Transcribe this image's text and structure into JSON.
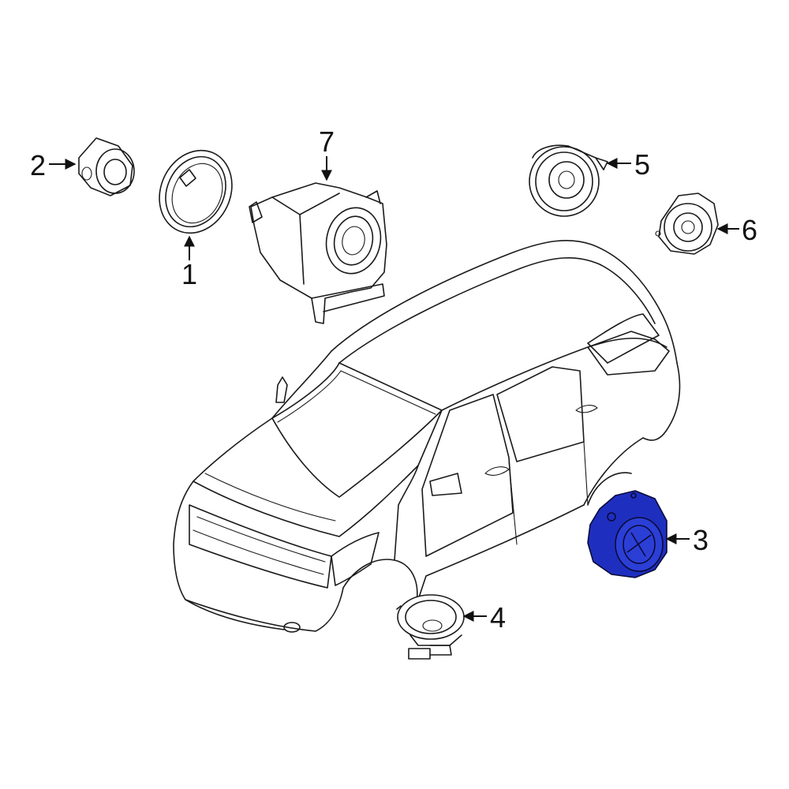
{
  "diagram": {
    "highlight_color": "#1e2fbf",
    "line_color": "#1a1a1a",
    "callouts": [
      {
        "id": "1",
        "label": "1"
      },
      {
        "id": "2",
        "label": "2"
      },
      {
        "id": "3",
        "label": "3"
      },
      {
        "id": "4",
        "label": "4"
      },
      {
        "id": "5",
        "label": "5"
      },
      {
        "id": "6",
        "label": "6"
      },
      {
        "id": "7",
        "label": "7"
      }
    ]
  }
}
